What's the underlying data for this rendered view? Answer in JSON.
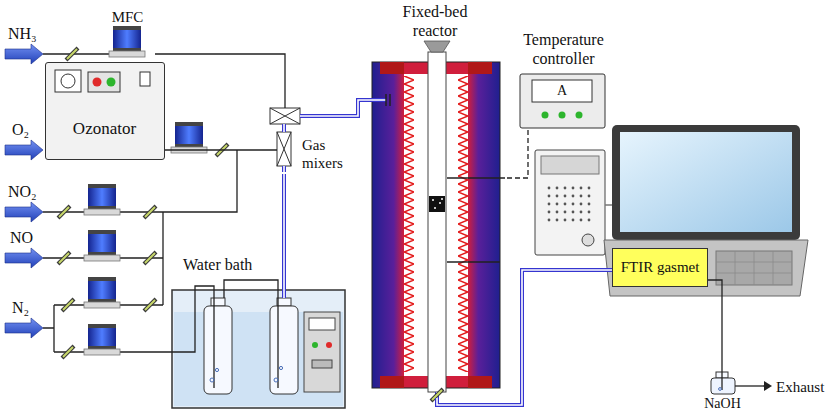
{
  "diagram": {
    "nodes": [
      {
        "text": [
          "MFC"
        ]
      },
      {
        "text": [
          "Ozonator"
        ]
      },
      {
        "text": [
          "Gas mixers"
        ]
      },
      {
        "text": [
          "Fixed-bed reactor"
        ]
      },
      {
        "text": [
          "Temperature controller"
        ]
      },
      {
        "text": [
          "Water bath"
        ]
      },
      {
        "text": [
          "FTIR gasmet"
        ]
      },
      {
        "text": [
          "NaOH"
        ]
      }
    ],
    "edges": [
      {
        "from": 0,
        "to": 2,
        "arrow": "none"
      },
      {
        "from": 1,
        "to": 2,
        "arrow": "none"
      },
      {
        "from": 5,
        "to": 2,
        "arrow": "none"
      },
      {
        "from": 2,
        "to": 3,
        "arrow": "none"
      },
      {
        "from": 4,
        "to": 3,
        "arrow": "none"
      },
      {
        "from": 3,
        "to": 6,
        "arrow": "none"
      },
      {
        "from": 6,
        "to": 7,
        "arrow": "none"
      }
    ],
    "labels": [
      "NH₃",
      "O₂",
      "NO₂",
      "NO",
      "N₂",
      "A",
      "Exhaust"
    ]
  }
}
